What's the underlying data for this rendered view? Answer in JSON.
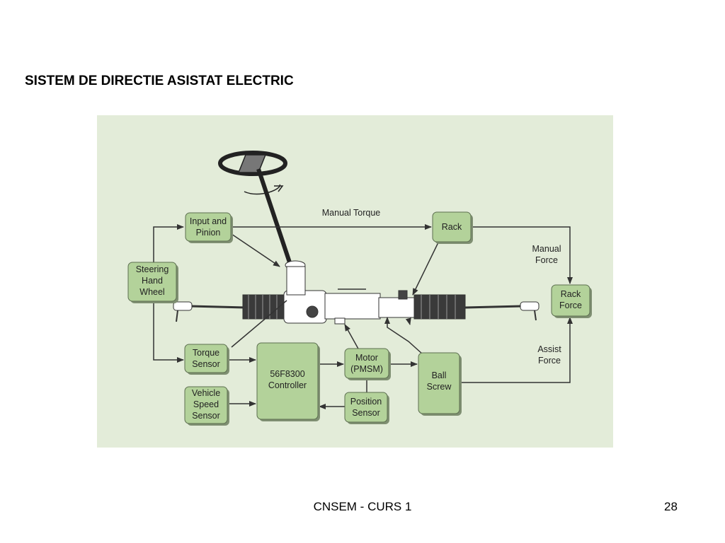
{
  "slide": {
    "title": "SISTEM DE DIRECTIE ASISTAT ELECTRIC",
    "footer": "CNSEM - CURS 1",
    "page_number": "28"
  },
  "diagram": {
    "boxes": {
      "input_pinion": [
        "Input and",
        "Pinion"
      ],
      "rack": [
        "Rack"
      ],
      "steering_wheel": [
        "Steering",
        "Hand",
        "Wheel"
      ],
      "rack_force": [
        "Rack",
        "Force"
      ],
      "torque_sensor": [
        "Torque",
        "Sensor"
      ],
      "controller": [
        "56F8300",
        "Controller"
      ],
      "motor": [
        "Motor",
        "(PMSM)"
      ],
      "ball_screw": [
        "Ball",
        "Screw"
      ],
      "vehicle_speed": [
        "Vehicle",
        "Speed",
        "Sensor"
      ],
      "position_sensor": [
        "Position",
        "Sensor"
      ]
    },
    "labels": {
      "manual_torque": "Manual Torque",
      "manual_force": [
        "Manual",
        "Force"
      ],
      "assist_force": [
        "Assist",
        "Force"
      ]
    },
    "colors": {
      "background": "#e3ecd9",
      "box_fill": "#b3d29a",
      "box_shadow": "#7f8f72",
      "line": "#333333"
    }
  }
}
